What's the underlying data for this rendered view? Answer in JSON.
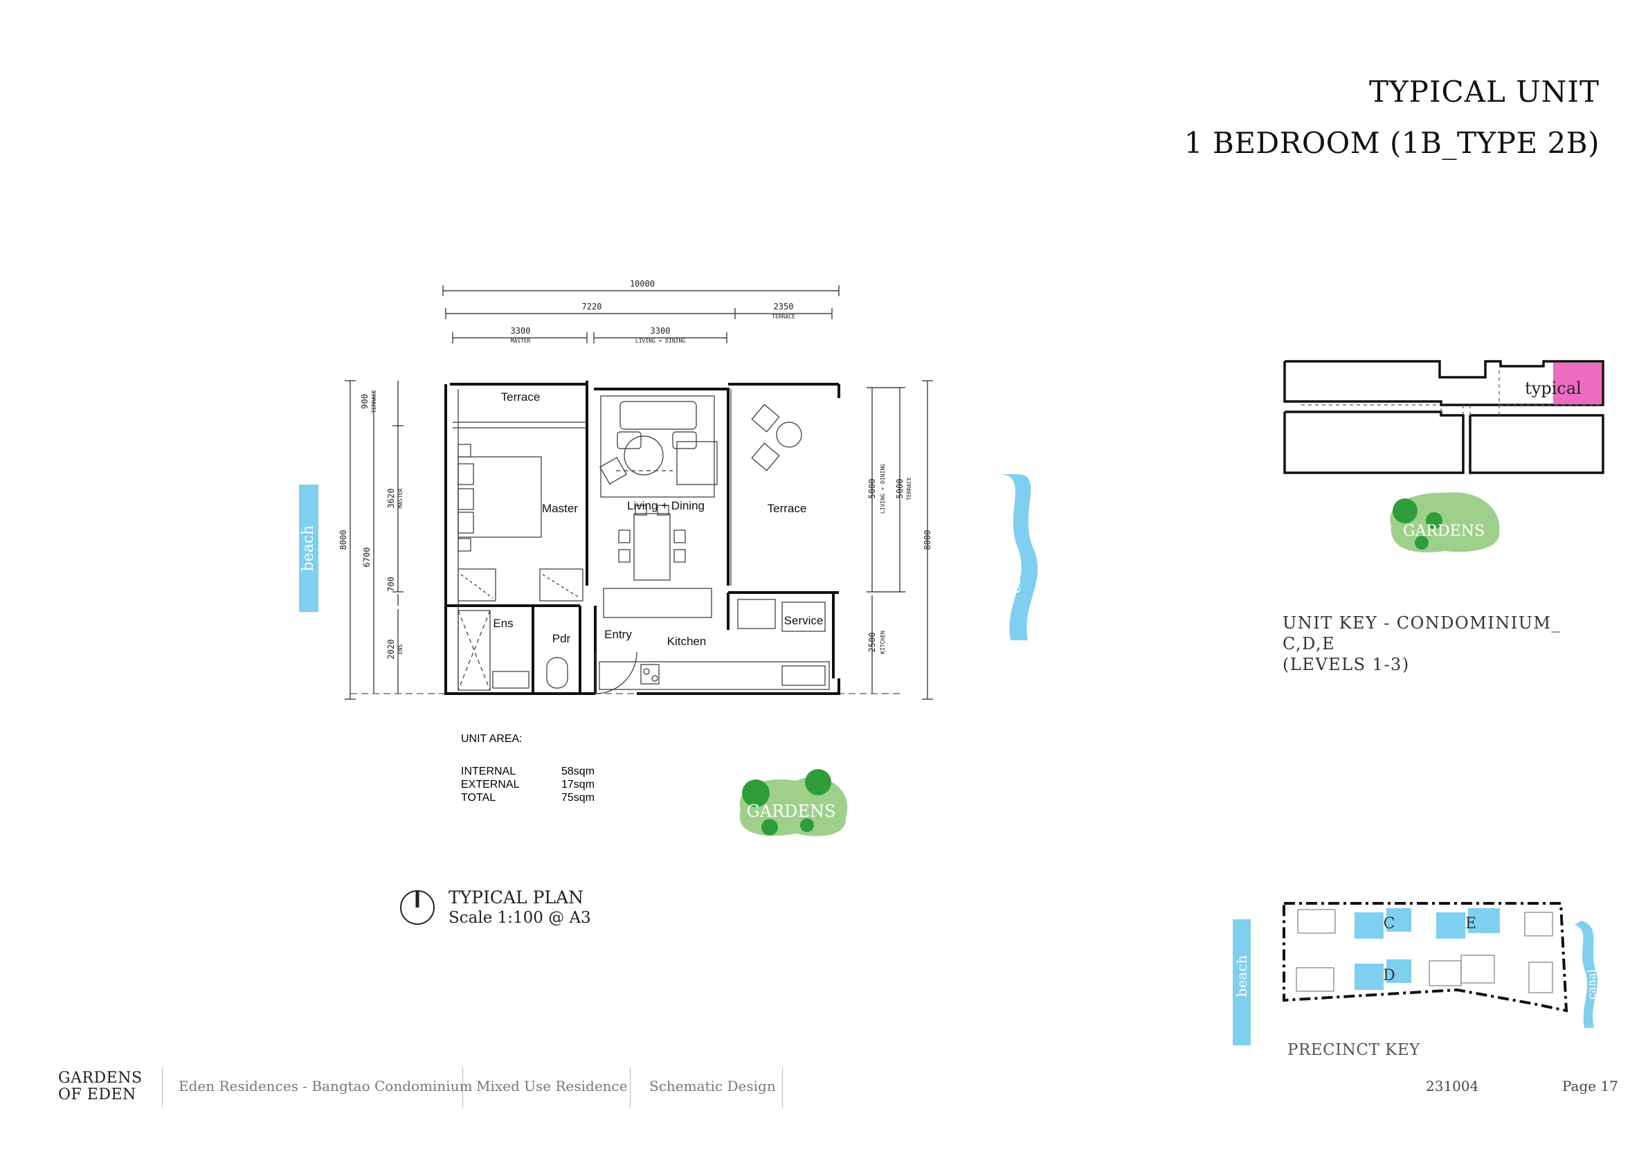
{
  "header": {
    "title": "TYPICAL UNIT",
    "subtitle": "1 BEDROOM (1B_TYPE 2B)"
  },
  "plan": {
    "dims_top": {
      "overall": "10000",
      "main": "7220",
      "terrace": "2350",
      "terrace_lbl": "TERRACE",
      "master": "3300",
      "master_lbl": "MASTER",
      "living": "3300",
      "living_lbl": "LIVING + DINING"
    },
    "dims_left": {
      "overall": "8000",
      "inner": "6700",
      "terrace": "900",
      "terrace_lbl": "TERRACE",
      "master": "3620",
      "master_lbl": "MASTER",
      "gap": "700",
      "ens": "2020",
      "ens_lbl": "ENS"
    },
    "dims_right": {
      "living": "5000",
      "living_lbl": "LIVING + DINING",
      "terrace": "5000",
      "terrace_lbl": "TERRACE",
      "overall": "8000",
      "kitchen": "2500",
      "kitchen_lbl": "KITCHEN"
    },
    "rooms": {
      "terrace_top": "Terrace",
      "master": "Master",
      "living": "Living + Dining",
      "terrace_right": "Terrace",
      "ens": "Ens",
      "pdr": "Pdr",
      "entry": "Entry",
      "kitchen": "Kitchen",
      "service": "Service"
    },
    "beach": "beach",
    "canal": "canal",
    "gardens": "GARDENS"
  },
  "unit_area": {
    "heading": "UNIT AREA:",
    "rows": [
      {
        "label": "INTERNAL",
        "value": "58sqm"
      },
      {
        "label": "EXTERNAL",
        "value": "17sqm"
      },
      {
        "label": "TOTAL",
        "value": "75sqm"
      }
    ]
  },
  "typical_plan": {
    "title": "TYPICAL PLAN",
    "scale": "Scale 1:100 @ A3"
  },
  "unit_key": {
    "w1": "UNIT",
    "w2": "KEY",
    "w3": "-",
    "w4": "CONDOMINIUM_",
    "line2": "C,D,E",
    "line3": "(LEVELS 1-3)",
    "typical": "typical",
    "gardens": "GARDENS"
  },
  "precinct": {
    "label": "PRECINCT KEY",
    "c": "C",
    "d": "D",
    "e": "E",
    "beach": "beach",
    "canal": "canal"
  },
  "footer": {
    "logo_1": "GARDENS",
    "logo_2": "OF EDEN",
    "project": "Eden Residences - Bangtao Condominium",
    "use": "Mixed Use Residence",
    "stage": "Schematic Design",
    "code": "231004",
    "page": "Page 17"
  },
  "colors": {
    "water": "#7ecff0",
    "garden_light": "#9ed08c",
    "garden_dark": "#2f9e3a",
    "highlight": "#ee6bc4"
  }
}
